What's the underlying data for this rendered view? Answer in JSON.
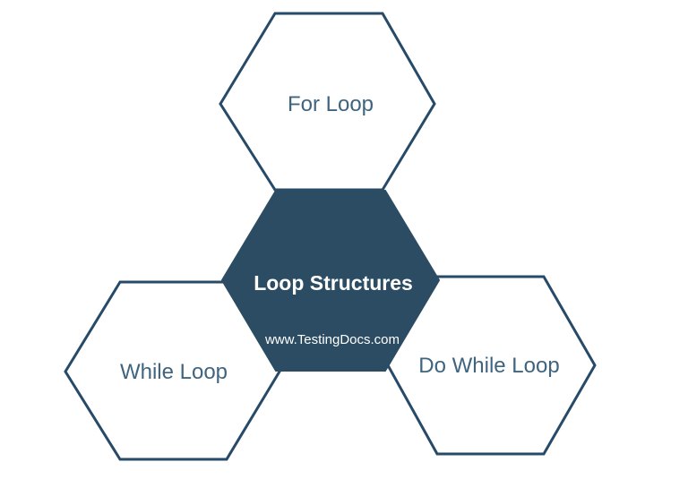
{
  "diagram": {
    "center_node": {
      "label": "Loop Structures",
      "watermark": "www.TestingDocs.com"
    },
    "nodes": [
      {
        "id": "for-loop",
        "label": "For Loop"
      },
      {
        "id": "while-loop",
        "label": "While Loop"
      },
      {
        "id": "do-while-loop",
        "label": "Do While Loop"
      }
    ],
    "colors": {
      "hexagon_fill": "#2b4c63",
      "hexagon_border": "#264a68",
      "node_label_text": "#3f647f",
      "center_label_text": "#ffffff",
      "background": "#ffffff"
    }
  }
}
